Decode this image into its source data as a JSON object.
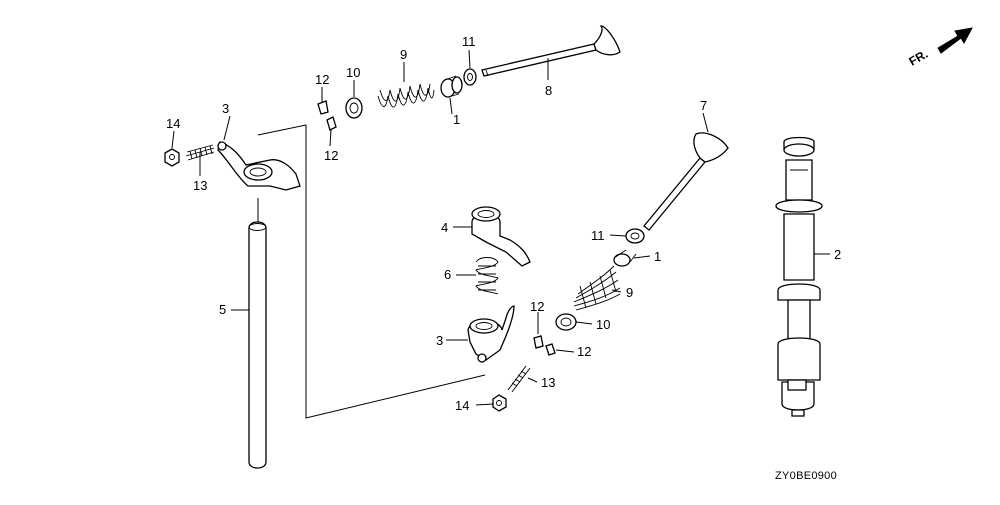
{
  "diagram": {
    "code": "ZY0BE0900",
    "direction_label": "FR.",
    "callouts": [
      "1",
      "1",
      "2",
      "3",
      "3",
      "4",
      "5",
      "6",
      "7",
      "8",
      "9",
      "9",
      "10",
      "10",
      "11",
      "11",
      "12",
      "12",
      "12",
      "12",
      "13",
      "13",
      "14",
      "14"
    ]
  },
  "labels": {
    "c1a": "1",
    "c1b": "1",
    "c2": "2",
    "c3a": "3",
    "c3b": "3",
    "c4": "4",
    "c5": "5",
    "c6": "6",
    "c7": "7",
    "c8": "8",
    "c9a": "9",
    "c9b": "9",
    "c10a": "10",
    "c10b": "10",
    "c11a": "11",
    "c11b": "11",
    "c12a": "12",
    "c12b": "12",
    "c12c": "12",
    "c12d": "12",
    "c13a": "13",
    "c13b": "13",
    "c14a": "14",
    "c14b": "14"
  }
}
